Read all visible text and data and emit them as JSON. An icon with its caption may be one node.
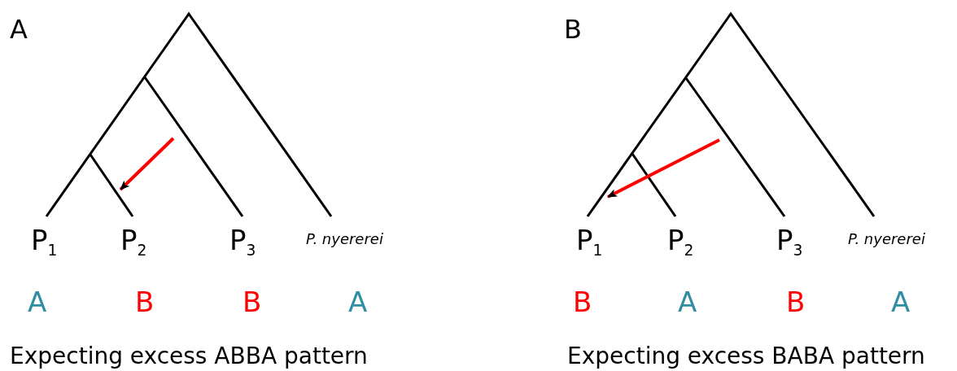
{
  "diagram": {
    "labels": [
      "A",
      "P$_{1}$",
      "P$_{2}$",
      "P$_{3}$",
      "P. nyererei",
      "A",
      "B",
      "B",
      "A",
      "Expecting excess ABBA pattern",
      "B",
      "P$_{1}$",
      "P$_{2}$",
      "P$_{3}$",
      "P. nyererei",
      "B",
      "A",
      "B",
      "A",
      "Expecting excess BABA pattern"
    ]
  }
}
